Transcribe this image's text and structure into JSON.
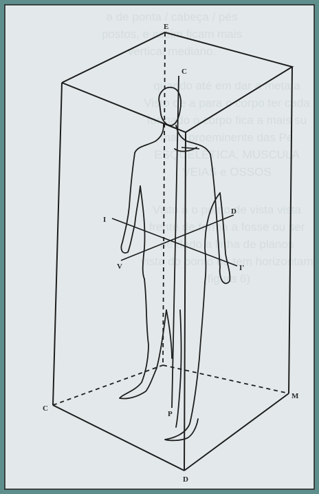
{
  "colors": {
    "frame": "#5f8f8c",
    "panel": "#e3e9ea",
    "line": "#1e1e1e"
  },
  "labels": {
    "top": "E",
    "left_corner": "C",
    "right_corner": "M",
    "bottom": "D",
    "vertical_axis_top": "C",
    "vertical_axis_bottom": "P",
    "transverse_left": "I",
    "transverse_right": "I'",
    "sagittal_front": "V",
    "sagittal_back": "D"
  },
  "bleed_through_text": [
    "a de ponta / cabeça / pés",
    "postos, e assim ficam mais",
    "vertical mediano.",
    "quando até em dar a meta a",
    "Visto de a para o corpo ter cada",
    "formado o corpo fica a mais su",
    "mais proeminente das Pe",
    "ESQUELETICA, MUSCULA",
    "VEIAS e OSSOS",
    "Visto a o ponto de vista vista",
    "frente de forma a fosse ou ser",
    "pe dado a linha de planos",
    "vista do ponto de tem horizontam",
    "(figura 6)"
  ]
}
